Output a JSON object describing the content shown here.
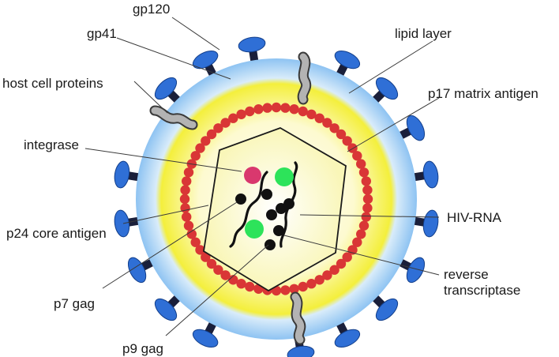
{
  "labels": {
    "gp120": "gp120",
    "gp41": "gp41",
    "host_cell_proteins": "host cell proteins",
    "integrase": "integrase",
    "p24_core_antigen": "p24 core antigen",
    "p7_gag": "p7 gag",
    "p9_gag": "p9 gag",
    "lipid_layer": "lipid layer",
    "p17_matrix_antigen": "p17 matrix antigen",
    "hiv_rna": "HIV-RNA",
    "reverse_transcriptase_line1": "reverse",
    "reverse_transcriptase_line2": "transcriptase"
  },
  "colors": {
    "envelope_blue": "#2f6fd6",
    "envelope_stalk": "#1a1f3a",
    "membrane_outer": "#8ec3f2",
    "membrane_yellow": "#f4ef3c",
    "matrix_red": "#d93636",
    "core_fill": "#fdfbd6",
    "integrase_magenta": "#d9386e",
    "rt_green": "#2de35a",
    "host_protein_gray": "#b3b3b3"
  }
}
